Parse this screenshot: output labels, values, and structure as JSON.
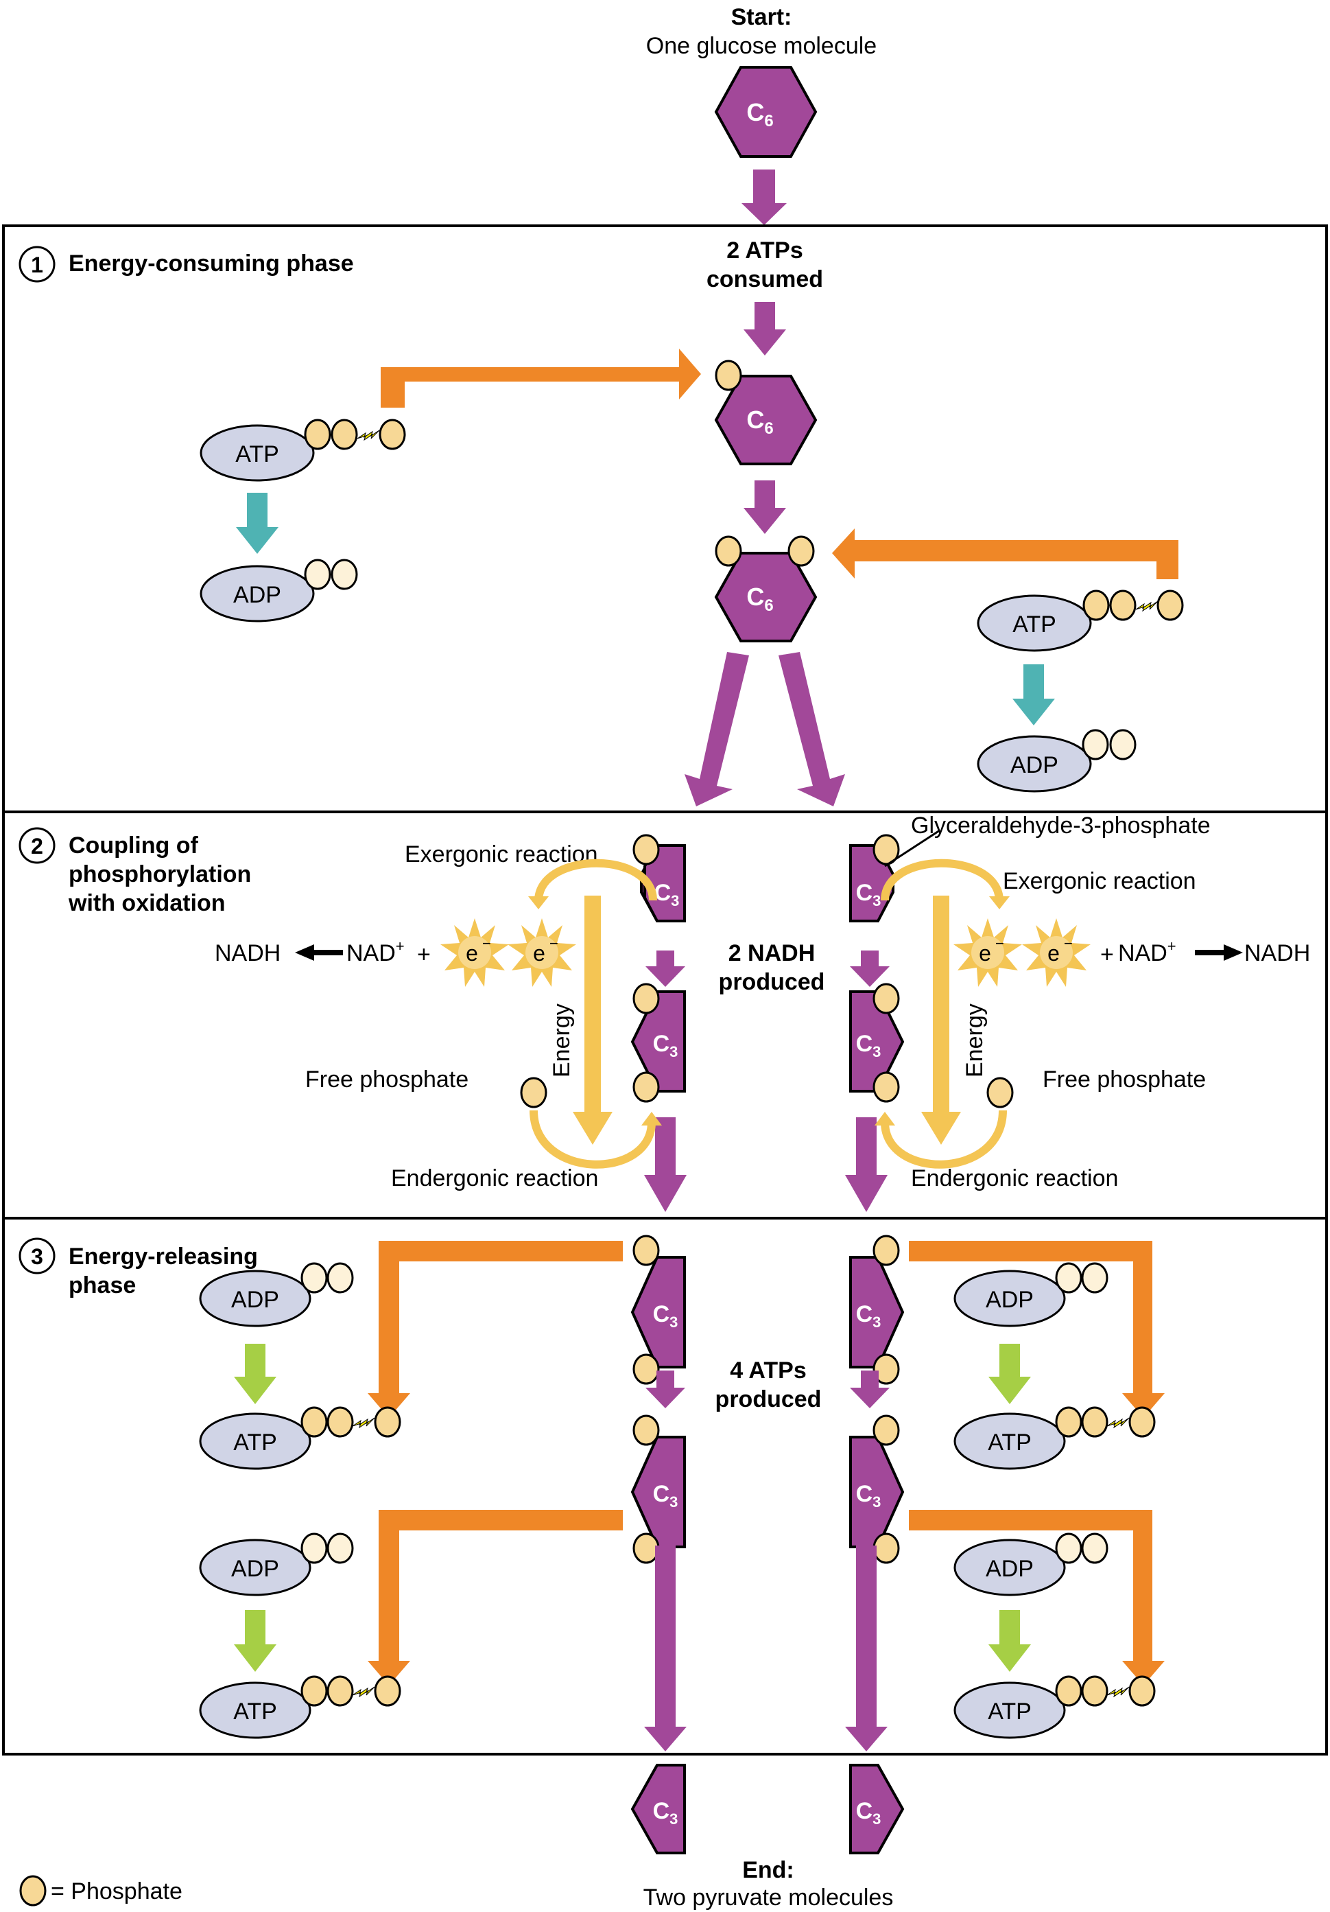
{
  "start": {
    "heading": "Start:",
    "caption": "One glucose molecule"
  },
  "end": {
    "heading": "End:",
    "caption": "Two pyruvate molecules"
  },
  "legend": {
    "label": "= Phosphate",
    "icon": "phosphate-circle"
  },
  "molecules": {
    "c6": "C",
    "c6_sub": "6",
    "c3": "C",
    "c3_sub": "3"
  },
  "phases": [
    {
      "number": "1",
      "title_lines": [
        "Energy-consuming phase"
      ],
      "center_lines": [
        "2 ATPs",
        "consumed"
      ]
    },
    {
      "number": "2",
      "title_lines": [
        "Coupling of",
        "phosphorylation",
        "with oxidation"
      ],
      "center_lines": [
        "2 NADH",
        "produced"
      ]
    },
    {
      "number": "3",
      "title_lines": [
        "Energy-releasing",
        "phase"
      ],
      "center_lines": [
        "4 ATPs",
        "produced"
      ]
    }
  ],
  "labels": {
    "atp": "ATP",
    "adp": "ADP",
    "exergonic": "Exergonic reaction",
    "endergonic": "Endergonic reaction",
    "free_phosphate": "Free phosphate",
    "energy": "Energy",
    "electron": "e",
    "electron_sup": "−",
    "nadh": "NADH",
    "nad": "NAD",
    "nad_sup": "+",
    "plus": "+",
    "g3p": "Glyceraldehyde-3-phosphate"
  },
  "colors": {
    "molecule": "#a24899",
    "transfer_arrow": "#ef8727",
    "atp_to_adp_arrow": "#4fb3b3",
    "adp_to_atp_arrow": "#a6cf45",
    "energy_arrow": "#f4c554",
    "phosphate": "#f7d896",
    "nucleotide": "#d0d4e6"
  }
}
